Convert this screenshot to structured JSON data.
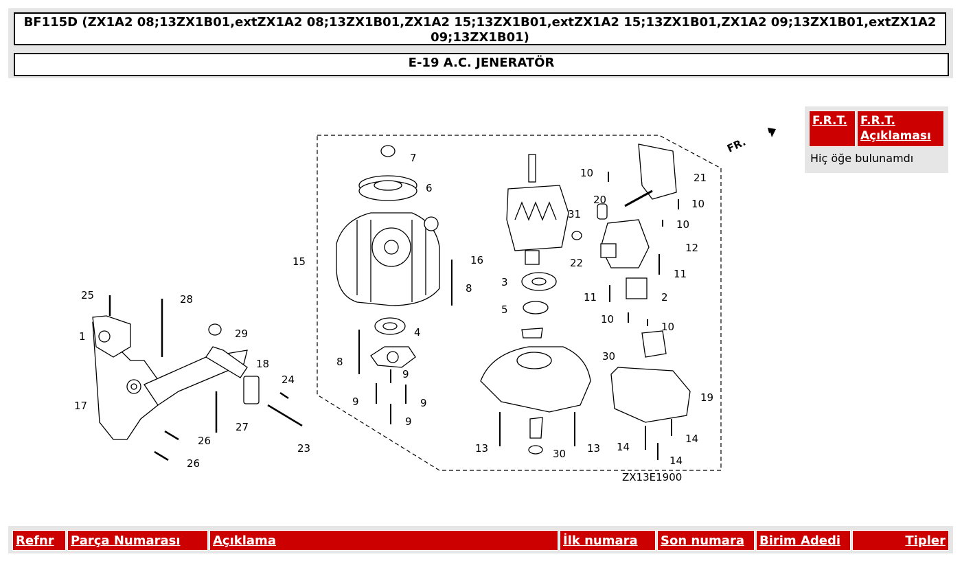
{
  "header": {
    "title": "BF115D (ZX1A2 08;13ZX1B01,extZX1A2 08;13ZX1B01,ZX1A2 15;13ZX1B01,extZX1A2 15;13ZX1B01,ZX1A2 09;13ZX1B01,extZX1A2 09;13ZX1B01)",
    "subtitle": "E-19 A.C. JENERATÖR"
  },
  "frt": {
    "col1": "F.R.T.",
    "col2": "F.R.T. Açıklaması",
    "empty": "Hiç öğe bulunamdı"
  },
  "diagram": {
    "code": "ZX13E1900",
    "direction": "FR.",
    "callouts": [
      "1",
      "2",
      "3",
      "4",
      "5",
      "6",
      "7",
      "8",
      "8",
      "9",
      "9",
      "9",
      "9",
      "10",
      "10",
      "10",
      "10",
      "10",
      "11",
      "11",
      "12",
      "13",
      "13",
      "14",
      "14",
      "14",
      "15",
      "16",
      "17",
      "18",
      "19",
      "20",
      "21",
      "22",
      "23",
      "24",
      "25",
      "26",
      "26",
      "27",
      "28",
      "29",
      "30",
      "30",
      "31"
    ]
  },
  "table": {
    "headers": [
      "Refnr",
      "Parça Numarası",
      "Açıklama",
      "İlk numara",
      "Son numara",
      "Birim Adedi",
      "Tipler"
    ]
  }
}
